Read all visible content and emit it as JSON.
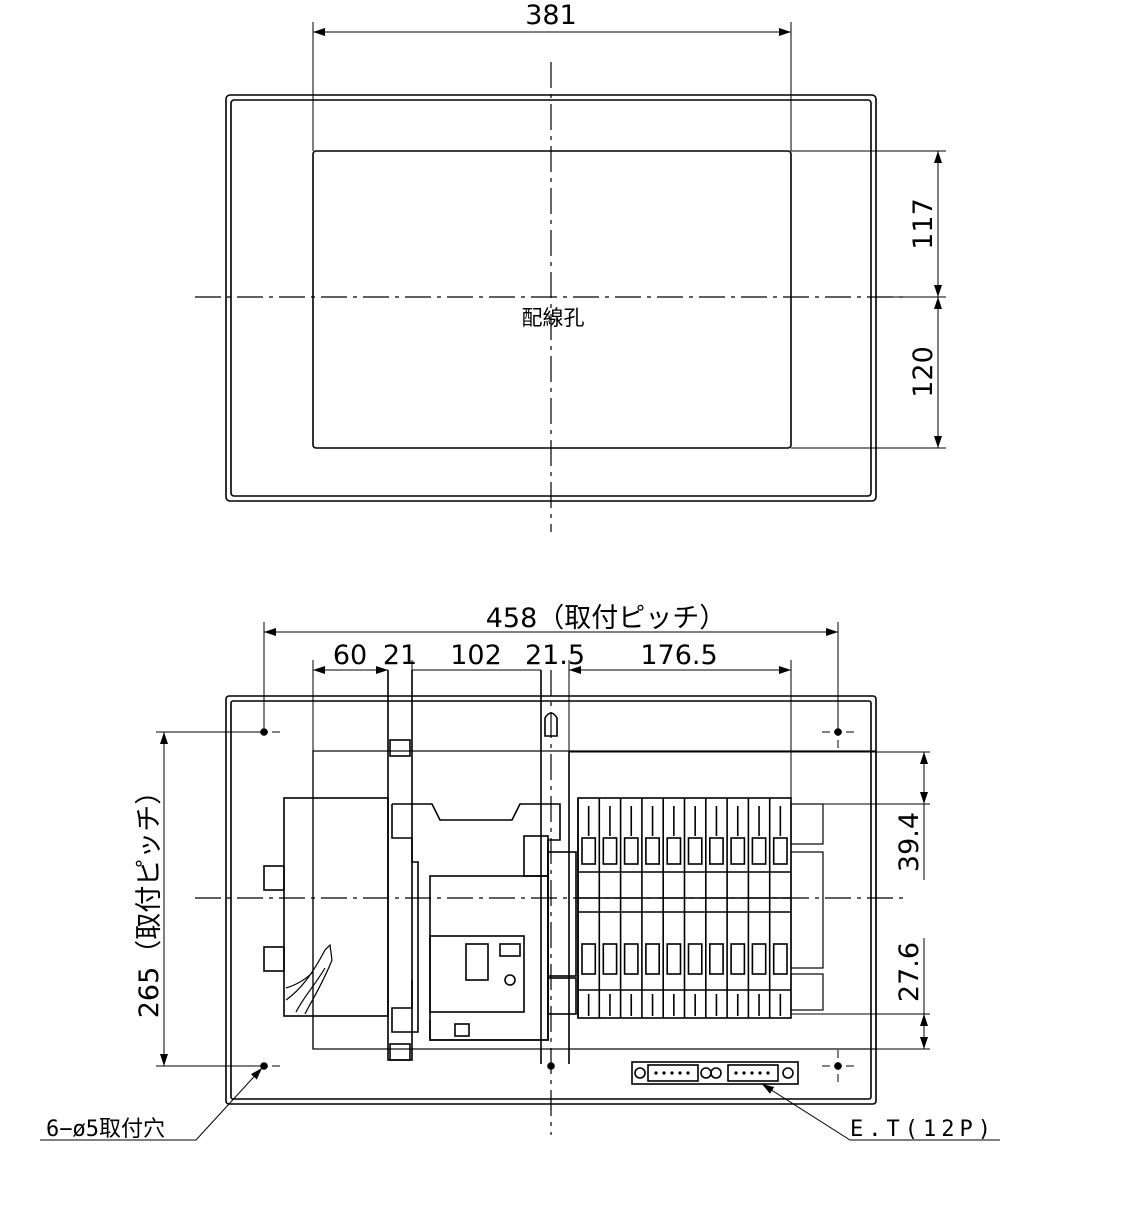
{
  "top_view": {
    "width_dim": "381",
    "upper_dim": "117",
    "lower_dim": "120",
    "hole_label": "配線孔"
  },
  "front_view": {
    "pitch_dim": "458（取付ピッチ）",
    "dim_a": "60",
    "dim_b": "21",
    "dim_c": "102",
    "dim_d": "21.5",
    "dim_e": "176.5",
    "height_dim": "265（取付ピッチ）",
    "right_upper_dim": "39.4",
    "right_lower_dim": "27.6",
    "mount_holes_label": "6−ø5取付穴",
    "earth_terminal_label": "E.T(12P)"
  }
}
